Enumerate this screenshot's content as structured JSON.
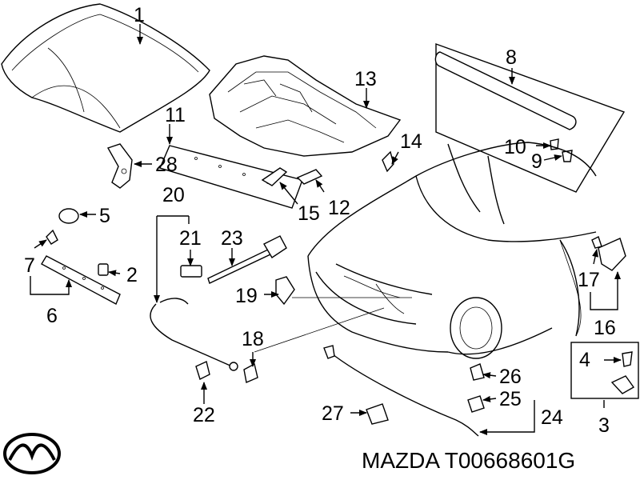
{
  "callouts": {
    "c1": "1",
    "c2": "2",
    "c3": "3",
    "c4": "4",
    "c5": "5",
    "c6": "6",
    "c7": "7",
    "c8": "8",
    "c9": "9",
    "c10": "10",
    "c11": "11",
    "c12": "12",
    "c13": "13",
    "c14": "14",
    "c15": "15",
    "c16": "16",
    "c17": "17",
    "c18": "18",
    "c19": "19",
    "c20": "20",
    "c21": "21",
    "c22": "22",
    "c23": "23",
    "c24": "24",
    "c25": "25",
    "c26": "26",
    "c27": "27",
    "c28": "28"
  },
  "footer": {
    "part_number": "MAZDA T00668601G",
    "logo_icon": "mazda-logo-icon"
  }
}
